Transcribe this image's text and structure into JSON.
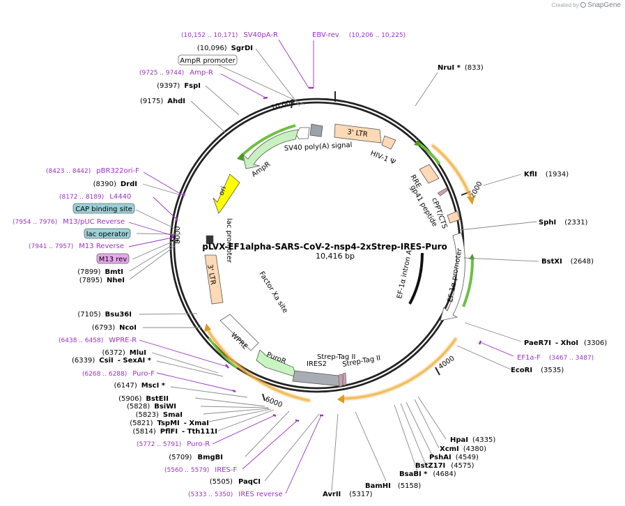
{
  "credit": {
    "prefix": "Created by",
    "brand": "SnapGene"
  },
  "plasmid": {
    "name": "pLVX-EF1alpha-SARS-CoV-2-nsp4-2xStrep-IRES-Puro",
    "length": "10,416 bp"
  },
  "tick_labels": [
    "2000",
    "4000",
    "6000",
    "8000",
    "10,000"
  ],
  "colors": {
    "primer": "#9b30c8",
    "arrow_orange": "#f0b040",
    "arrow_green": "#6cc040",
    "ltr": "#fdd9b5",
    "ampr": "#c8f0c0",
    "ori": "#ffff00",
    "ires": "#a8adb3",
    "puror": "#c8f5c0",
    "grey_box": "#9aa3ab"
  },
  "sites": [
    {
      "name": "NruI *",
      "pos": "(833)"
    },
    {
      "name": "KflI",
      "pos": "(1934)"
    },
    {
      "name": "SphI",
      "pos": "(2331)"
    },
    {
      "name": "BstXI",
      "pos": "(2648)"
    },
    {
      "name": "PaeR7I",
      "name2": "- XhoI",
      "pos": "(3306)"
    },
    {
      "name": "EcoRI",
      "pos": "(3535)"
    },
    {
      "name": "HpaI",
      "pos": "(4335)"
    },
    {
      "name": "XcmI",
      "pos": "(4380)"
    },
    {
      "name": "PshAI",
      "pos": "(4549)"
    },
    {
      "name": "BstZ17I",
      "pos": "(4575)"
    },
    {
      "name": "BsaBI *",
      "pos": "(4684)"
    },
    {
      "name": "BamHI",
      "pos": "(5158)"
    },
    {
      "name": "AvrII",
      "pos": "(5317)"
    },
    {
      "name": "PaqCI",
      "pos": "(5505)"
    },
    {
      "name": "BmgBI",
      "pos": "(5709)"
    },
    {
      "name": "PflFI",
      "name2": "- Tth111I",
      "pos": "(5814)"
    },
    {
      "name": "TspMI",
      "name2": "- XmaI",
      "pos": "(5821)"
    },
    {
      "name": "SmaI",
      "pos": "(5823)"
    },
    {
      "name": "BsiWI",
      "pos": "(5828)"
    },
    {
      "name": "BstEII",
      "pos": "(5906)"
    },
    {
      "name": "MscI *",
      "pos": "(6147)"
    },
    {
      "name": "CsiI",
      "name2": "- SexAI *",
      "pos": "(6339)"
    },
    {
      "name": "MluI",
      "pos": "(6372)"
    },
    {
      "name": "NcoI",
      "pos": "(6793)"
    },
    {
      "name": "Bsu36I",
      "pos": "(7105)"
    },
    {
      "name": "NheI",
      "pos": "(7895)"
    },
    {
      "name": "BmtI",
      "pos": "(7899)"
    },
    {
      "name": "DrdI",
      "pos": "(8390)"
    },
    {
      "name": "AhdI",
      "pos": "(9175)"
    },
    {
      "name": "FspI",
      "pos": "(9397)"
    },
    {
      "name": "SgrDI",
      "pos": "(10,096)"
    }
  ],
  "primers": [
    {
      "name": "SV40pA-R",
      "pos": "(10,152 .. 10,171)"
    },
    {
      "name": "EBV-rev",
      "pos": "(10,206 .. 10,225)"
    },
    {
      "name": "Amp-R",
      "pos": "(9725 .. 9744)"
    },
    {
      "name": "pBR322ori-F",
      "pos": "(8423 .. 8442)"
    },
    {
      "name": "L4440",
      "pos": "(8172 .. 8189)"
    },
    {
      "name": "M13/pUC Reverse",
      "pos": "(7954 .. 7976)"
    },
    {
      "name": "M13 Reverse",
      "pos": "(7941 .. 7957)"
    },
    {
      "name": "WPRE-R",
      "pos": "(6438 .. 6458)"
    },
    {
      "name": "Puro-F",
      "pos": "(6268 .. 6288)"
    },
    {
      "name": "Puro-R",
      "pos": "(5772 .. 5791)"
    },
    {
      "name": "IRES-F",
      "pos": "(5560 .. 5579)"
    },
    {
      "name": "IRES reverse",
      "pos": "(5333 .. 5350)"
    },
    {
      "name": "EF1a-F",
      "pos": "(3467 .. 3487)"
    }
  ],
  "boxed_labels": [
    "AmpR promoter",
    "CAP binding site",
    "lac operator",
    "M13 rev"
  ],
  "features": [
    "3' LTR",
    "HIV-1 Ψ",
    "SV40 poly(A) signal",
    "AmpR",
    "ori",
    "RRE",
    "gp41 peptide",
    "cPPT/CTS",
    "EF-1α promoter",
    "EF-1α intron A",
    "lac promoter",
    "3' LTR",
    "Factor Xa site",
    "WPRE",
    "PuroR",
    "IRES2",
    "Strep-Tag II",
    "Strep-Tag II"
  ]
}
